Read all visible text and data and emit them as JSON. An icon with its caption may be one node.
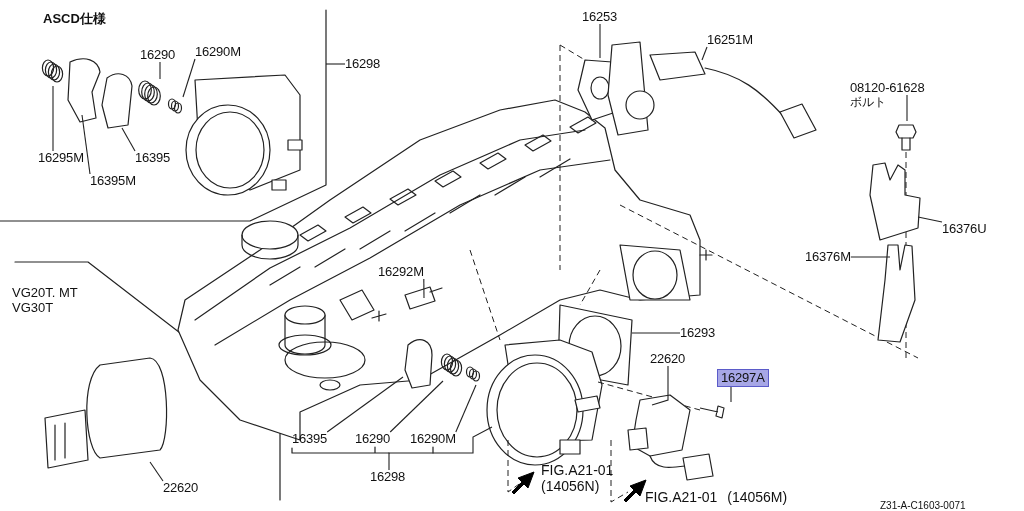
{
  "diagram": {
    "nodes": [
      {
        "text": [
          "16295M"
        ]
      },
      {
        "text": [
          "16395M"
        ]
      },
      {
        "text": [
          "16395"
        ]
      },
      {
        "text": [
          "16290"
        ]
      },
      {
        "text": [
          "16290M"
        ]
      },
      {
        "text": [
          "16298"
        ]
      },
      {
        "text": [
          "16253"
        ]
      },
      {
        "text": [
          "16251M"
        ]
      },
      {
        "text": [
          "08120-61628"
        ],
        "beside": [
          "ボルト"
        ]
      },
      {
        "text": [
          "16376U"
        ]
      },
      {
        "text": [
          "16376M"
        ]
      },
      {
        "text": [
          "16292M"
        ]
      },
      {
        "text": [
          "16293"
        ]
      },
      {
        "text": [
          "22620"
        ]
      },
      {
        "text": [
          "16297A"
        ]
      },
      {
        "text": [
          "16395"
        ]
      },
      {
        "text": [
          "16290"
        ]
      },
      {
        "text": [
          "16290M"
        ]
      },
      {
        "text": [
          "16298"
        ]
      },
      {
        "text": [
          "22620"
        ]
      }
    ],
    "edges": [
      {
        "from": 0,
        "to": null,
        "arrow": "none"
      },
      {
        "from": 1,
        "to": null,
        "arrow": "none"
      },
      {
        "from": 2,
        "to": null,
        "arrow": "none"
      },
      {
        "from": 3,
        "to": null,
        "arrow": "none"
      },
      {
        "from": 4,
        "to": null,
        "arrow": "none"
      },
      {
        "from": 5,
        "to": null,
        "arrow": "none"
      },
      {
        "from": 6,
        "to": null,
        "arrow": "none"
      },
      {
        "from": 7,
        "to": null,
        "arrow": "none"
      },
      {
        "from": 8,
        "to": null,
        "arrow": "none"
      },
      {
        "from": 9,
        "to": null,
        "arrow": "none"
      },
      {
        "from": 10,
        "to": null,
        "arrow": "none"
      },
      {
        "from": 11,
        "to": null,
        "arrow": "none"
      },
      {
        "from": 12,
        "to": null,
        "arrow": "none"
      },
      {
        "from": 13,
        "to": null,
        "arrow": "none"
      },
      {
        "from": 14,
        "to": null,
        "arrow": "none"
      },
      {
        "from": 15,
        "to": null,
        "arrow": "none"
      },
      {
        "from": 16,
        "to": null,
        "arrow": "none"
      },
      {
        "from": 17,
        "to": null,
        "arrow": "none"
      },
      {
        "from": 18,
        "to": null,
        "arrow": "none"
      },
      {
        "from": 19,
        "to": null,
        "arrow": "none"
      }
    ],
    "labels": [
      "ASCD仕様",
      "VG20T. MT VG30T",
      "FIG.A21-01 (14056N)",
      "FIG.A21-01 (14056M)",
      "Z31-A-C1603-0071"
    ]
  }
}
